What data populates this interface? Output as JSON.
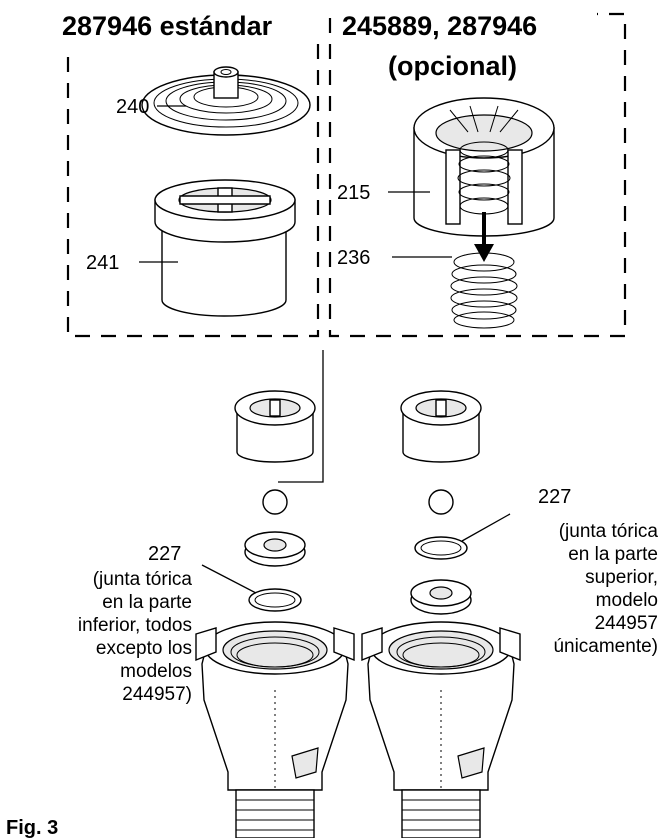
{
  "figure": {
    "caption": "Fig. 3",
    "left_panel_title": "287946 estándar",
    "right_panel_title_line1": "245889, 287946",
    "right_panel_title_line2": "(opcional)"
  },
  "callouts": {
    "c240": "240",
    "c241": "241",
    "c215": "215",
    "c236": "236",
    "c227_left": "227",
    "c227_right": "227"
  },
  "notes": {
    "left": [
      "(junta tórica",
      "en la parte",
      "inferior, todos",
      "excepto los",
      "modelos",
      "244957)"
    ],
    "right": [
      "(junta tórica",
      "en la parte",
      "superior,",
      "modelo",
      "244957",
      "únicamente)"
    ]
  },
  "icons": {
    "seat_spring": "spiral-spring-part",
    "guide": "cylindrical-guide-part",
    "spring": "coil-spring-part",
    "ball": "ball-part",
    "seat": "seat-part",
    "o_ring": "o-ring-part",
    "housing": "valve-housing-part"
  }
}
